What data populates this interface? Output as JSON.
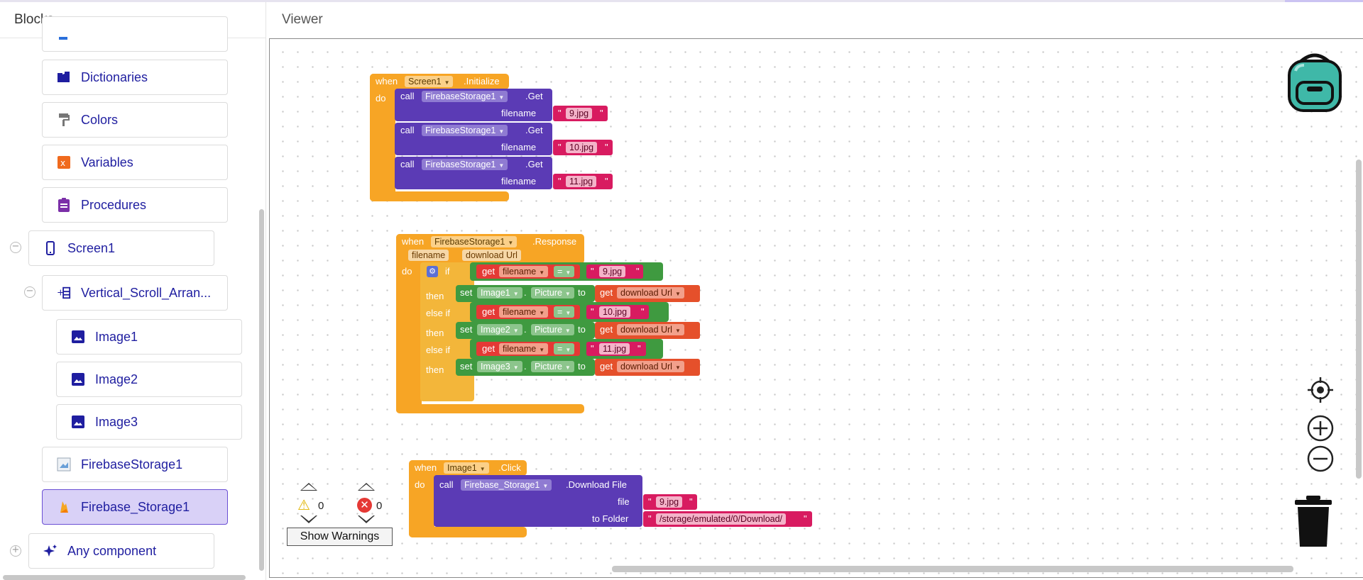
{
  "panels": {
    "blocks_title": "Blocks",
    "viewer_title": "Viewer"
  },
  "tree": {
    "builtins": [
      {
        "label": "Dictionaries",
        "icon": "book-icon"
      },
      {
        "label": "Colors",
        "icon": "paint-roller-icon"
      },
      {
        "label": "Variables",
        "icon": "variable-icon"
      },
      {
        "label": "Procedures",
        "icon": "clipboard-icon"
      }
    ],
    "screen": "Screen1",
    "arrangement": "Vertical_Scroll_Arran...",
    "images": [
      "Image1",
      "Image2",
      "Image3"
    ],
    "storage1": "FirebaseStorage1",
    "storage2": "Firebase_Storage1",
    "any": "Any component"
  },
  "blocks": {
    "kw_when": "when",
    "kw_do": "do",
    "kw_call": "call",
    "kw_if": "if",
    "kw_then": "then",
    "kw_elseif": "else if",
    "kw_get": "get",
    "kw_set": "set",
    "kw_to": "to",
    "kw_eq": "=",
    "kw_dot": ".",
    "kw_quote": "\"",
    "b1": {
      "component": "Screen1",
      "event": ".Initialize",
      "call_component": "FirebaseStorage1",
      "method": ".Get",
      "param": "filename",
      "files": [
        "9.jpg",
        "10.jpg",
        "11.jpg"
      ]
    },
    "b2": {
      "component": "FirebaseStorage1",
      "event": ".Response",
      "param1": "filename",
      "param2": "download Url",
      "var": "filename",
      "files": [
        "9.jpg",
        "10.jpg",
        "11.jpg"
      ],
      "images": [
        "Image1",
        "Image2",
        "Image3"
      ],
      "property": "Picture",
      "value": "download Url"
    },
    "b3": {
      "component": "Image1",
      "event": ".Click",
      "call_component": "Firebase_Storage1",
      "method": ".Download File",
      "param_file": "file",
      "param_folder": "to Folder",
      "file": "9.jpg",
      "folder": "/storage/emulated/0/Download/"
    }
  },
  "warnings": {
    "warn_count": "0",
    "error_count": "0",
    "button": "Show Warnings"
  },
  "colors": {
    "event": "#f7a525",
    "component_call": "#5b3bb5",
    "control": "#3f9a40",
    "text": "#d81b60",
    "selected_item": "#d9d1f7"
  }
}
